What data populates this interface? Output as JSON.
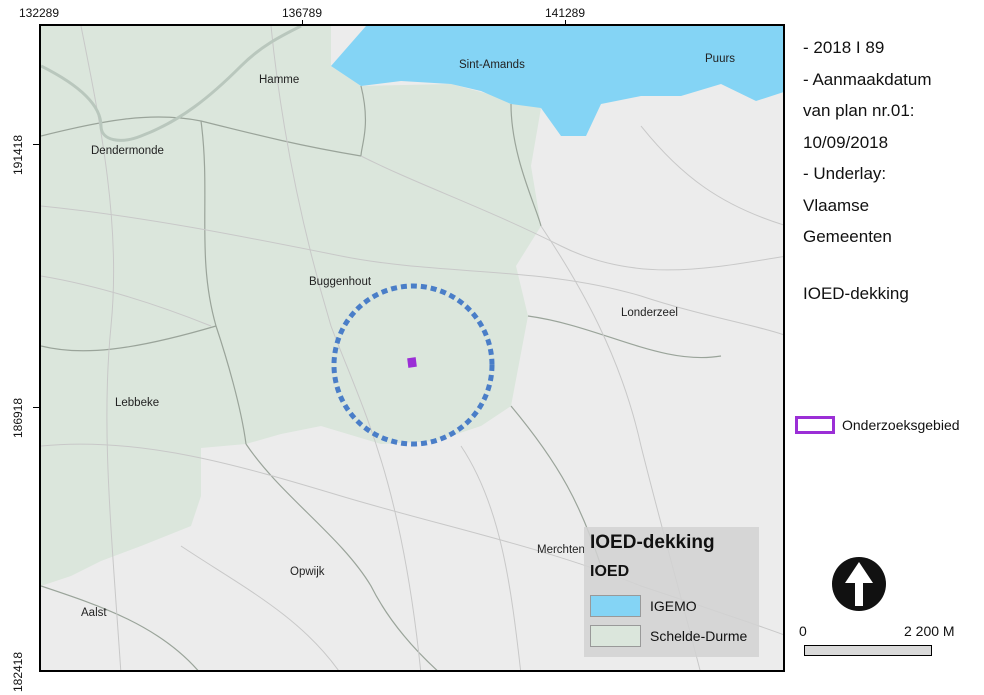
{
  "x_ticks": [
    "132289",
    "136789",
    "141289"
  ],
  "y_ticks": [
    "191418",
    "186918",
    "182418"
  ],
  "places": {
    "hamme": "Hamme",
    "sint_amands": "Sint-Amands",
    "puurs": "Puurs",
    "dendermonde": "Dendermonde",
    "buggenhout": "Buggenhout",
    "londerzeel": "Londerzeel",
    "lebbeke": "Lebbeke",
    "opwijk": "Opwijk",
    "aalst": "Aalst",
    "merchtem": "Merchten"
  },
  "info": [
    "- 2018 I 89",
    "- Aanmaakdatum",
    "van plan nr.01:",
    "10/09/2018",
    "- Underlay:",
    "Vlaamse",
    "Gemeenten"
  ],
  "ioed_label": "IOED-dekking",
  "area_legend_label": "Onderzoeksgebied",
  "legend": {
    "title": "IOED-dekking",
    "subtitle": "IOED",
    "items": [
      {
        "label": "IGEMO",
        "color": "#84d4f5"
      },
      {
        "label": "Schelde-Durme",
        "color": "#dbe6dc"
      }
    ]
  },
  "scale": {
    "start": "0",
    "end": "2 200 M"
  },
  "colors": {
    "area_outline": "#9b2fd6",
    "buffer_circle": "#4a7ec8",
    "igemo": "#84d4f5",
    "schelde_durme": "#dbe6dc"
  },
  "icons": {
    "north_arrow": "north-arrow-icon"
  }
}
